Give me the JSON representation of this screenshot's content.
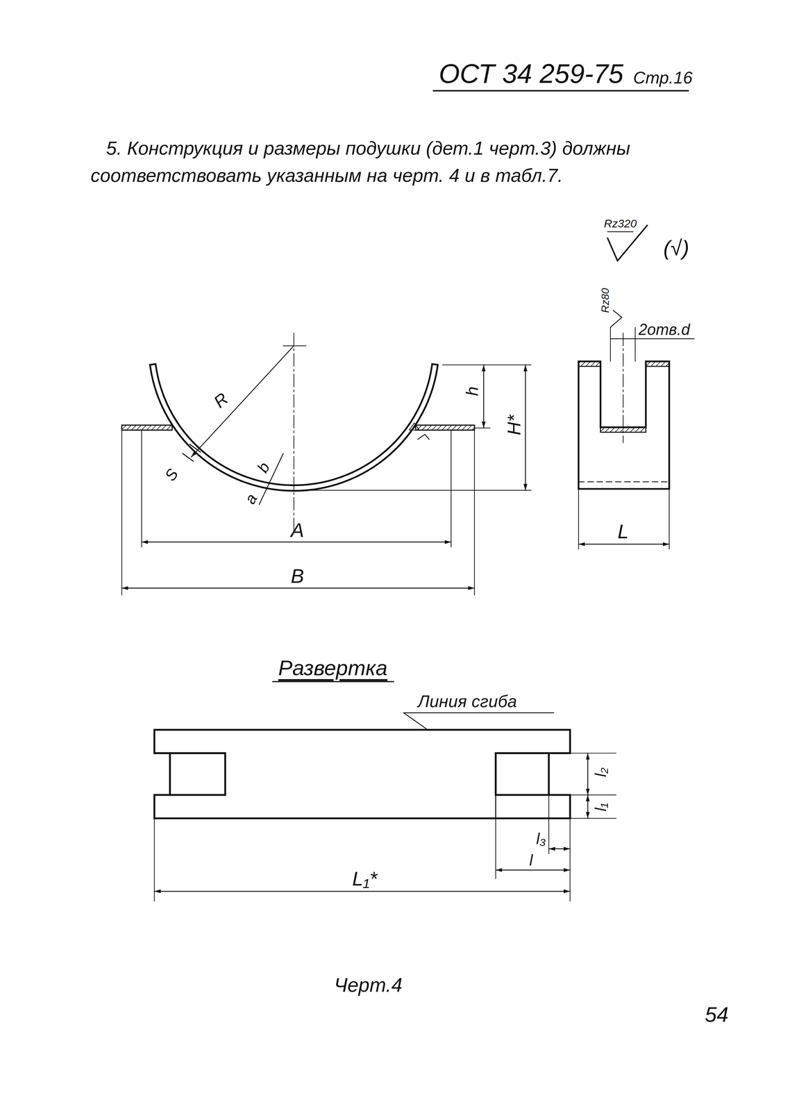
{
  "diagram": {
    "caption": "Черт.4",
    "labels": [
      "ОСТ 34 259-75",
      "Стр.16",
      "5. Конструкция и размеры подушки (дет.1 черт.3) должны соответствовать указанным на черт. 4 и в табл.7.",
      "Rz320",
      "(√)",
      "Rz80",
      "2отв.d",
      "R",
      "S",
      "b",
      "a",
      "h",
      "H*",
      "A",
      "B",
      "L",
      "Развертка",
      "Линия сгиба",
      "l₂",
      "l₁",
      "l₃",
      "l",
      "L₁*",
      "54"
    ]
  }
}
